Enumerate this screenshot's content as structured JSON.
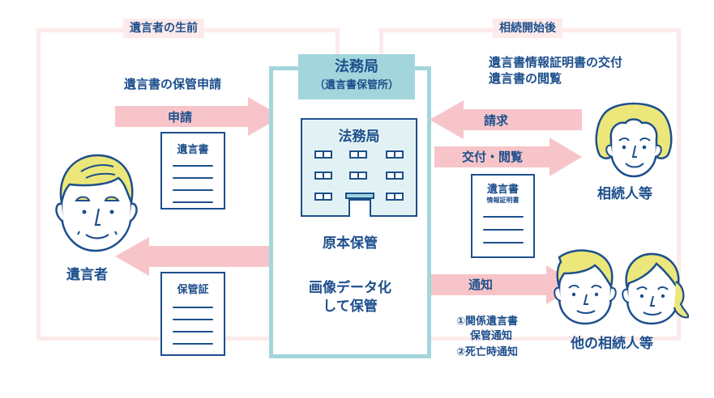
{
  "colors": {
    "text": "#1d4f8c",
    "frame_pink": "#fdeaea",
    "arrow_pink": "#f7c5c9",
    "office_teal": "#a3d6dc",
    "building_fill": "#e2f2f4",
    "hair_yellow": "#ece77a"
  },
  "left_section": {
    "label": "遺言者の生前",
    "heading": "遺言書の保管申請",
    "apply_arrow_label": "申請",
    "document_will": "遺言書",
    "return_document": "保管証",
    "person_label": "遺言者"
  },
  "office": {
    "title": "法務局",
    "subtitle": "（遺言書保管所）",
    "building_label": "法務局",
    "storage_original": "原本保管",
    "storage_image_line1": "画像データ化",
    "storage_image_line2": "して保管"
  },
  "right_section": {
    "label": "相続開始後",
    "heading_line1": "遺言書情報証明書の交付",
    "heading_line2": "遺言書の閲覧",
    "request_arrow_label": "請求",
    "issue_arrow_label": "交付・閲覧",
    "document_title": "遺言書",
    "document_subtitle": "情報証明書",
    "heir_label": "相続人等",
    "notice_arrow_label": "通知",
    "notice_item1_line1": "①関係遺言書",
    "notice_item1_line2": "保管通知",
    "notice_item2": "②死亡時通知",
    "other_heirs_label": "他の相続人等"
  },
  "icons": {
    "testator": "man-face-icon",
    "heir": "woman-face-icon",
    "other_heir_male": "man-face-icon",
    "other_heir_female": "woman-ponytail-face-icon",
    "building": "building-icon",
    "document": "document-icon"
  }
}
